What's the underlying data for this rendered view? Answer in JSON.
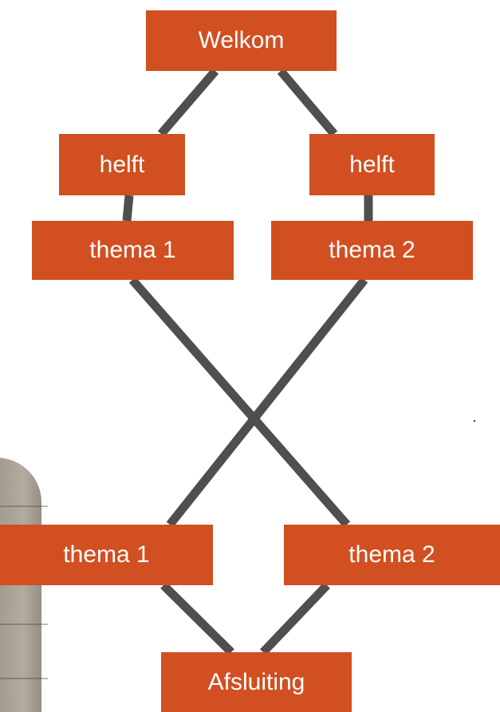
{
  "diagram": {
    "nodes": {
      "welkom": "Welkom",
      "helft_left": "helft",
      "helft_right": "helft",
      "thema1_top": "thema 1",
      "thema2_top": "thema 2",
      "thema1_bottom": "thema 1",
      "thema2_bottom": "thema 2",
      "afsluiting": "Afsluiting"
    },
    "edges": [
      [
        "welkom",
        "helft_left"
      ],
      [
        "welkom",
        "helft_right"
      ],
      [
        "helft_left",
        "thema1_top"
      ],
      [
        "helft_right",
        "thema2_top"
      ],
      [
        "thema1_top",
        "thema2_bottom"
      ],
      [
        "thema2_top",
        "thema1_bottom"
      ],
      [
        "thema1_bottom",
        "afsluiting"
      ],
      [
        "thema2_bottom",
        "afsluiting"
      ]
    ],
    "colors": {
      "node_fill": "#d14f21",
      "node_text": "#ffffff",
      "connector": "#4f4f4f"
    }
  }
}
